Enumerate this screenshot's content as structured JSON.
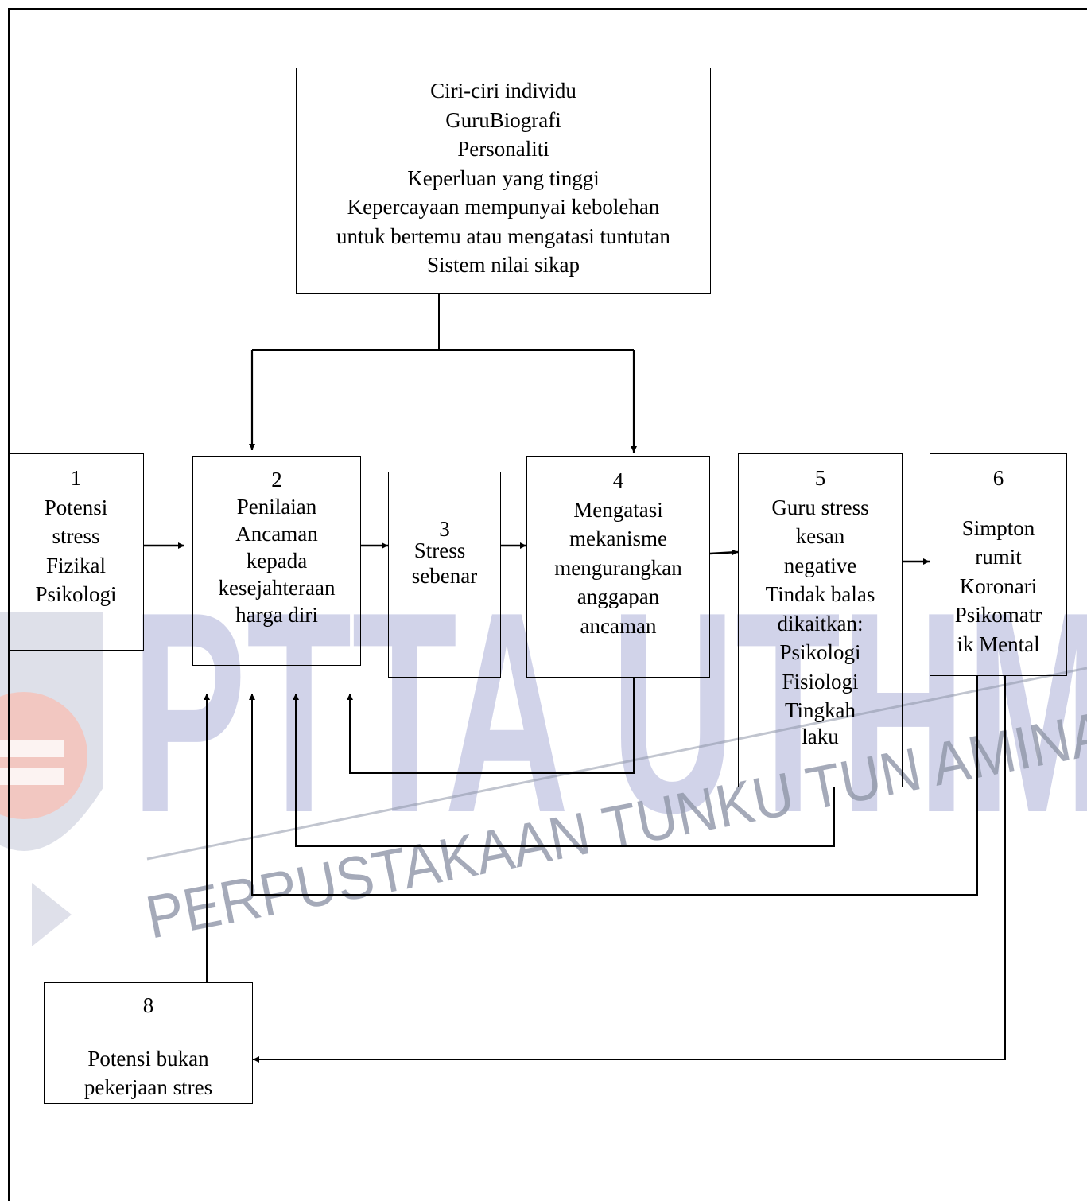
{
  "diagram": {
    "top_box": {
      "lines": [
        "Ciri-ciri individu",
        "GuruBiografi",
        "Personaliti",
        "Keperluan yang tinggi",
        "Kepercayaan mempunyai kebolehan",
        "untuk bertemu atau mengatasi tuntutan",
        "Sistem nilai sikap"
      ]
    },
    "box1": {
      "number": "1",
      "lines": [
        "Potensi",
        "stress",
        "Fizikal",
        "Psikologi"
      ]
    },
    "box2": {
      "number": "2",
      "lines": [
        "Penilaian",
        "Ancaman",
        "kepada",
        "kesejahteraan",
        "harga diri"
      ]
    },
    "box3": {
      "number": "3",
      "lines": [
        "Stress",
        "sebenar"
      ]
    },
    "box4": {
      "number": "4",
      "lines": [
        "Mengatasi",
        "mekanisme",
        "mengurangkan",
        "anggapan",
        "ancaman"
      ]
    },
    "box5": {
      "number": "5",
      "lines": [
        "Guru stress",
        "kesan",
        "negative",
        "Tindak balas",
        "dikaitkan:",
        "Psikologi",
        "Fisiologi",
        "Tingkah",
        "laku"
      ]
    },
    "box6": {
      "number": "6",
      "lines": [
        "Simpton",
        "rumit",
        "Koronari",
        "Psikomatr",
        "ik Mental"
      ]
    },
    "box8": {
      "number": "8",
      "lines": [
        "Potensi bukan",
        "pekerjaan stres"
      ]
    }
  },
  "watermark": {
    "main": "PTTA UTHM",
    "sub": "PERPUSTAKAAN TUNKU TUN AMINAH",
    "colors": {
      "main": "#c9cce6",
      "sub": "#8f96a8",
      "crest": "#e07a6e"
    }
  }
}
